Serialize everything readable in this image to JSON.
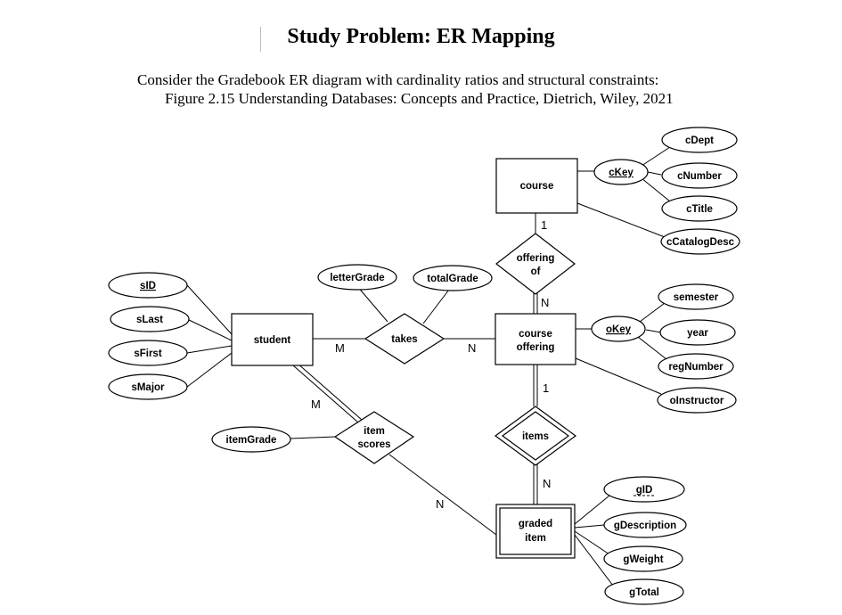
{
  "slide": {
    "title": "Study Problem: ER Mapping",
    "intro_line1": "Consider the Gradebook ER diagram with cardinality ratios and structural constraints:",
    "intro_line2": "Figure 2.15 Understanding Databases: Concepts and Practice, Dietrich, Wiley, 2021"
  },
  "diagram": {
    "entities": {
      "course": "course",
      "student": "student",
      "course_offering": [
        "course",
        "offering"
      ],
      "graded_item": [
        "graded",
        "item"
      ]
    },
    "relationships": {
      "offering_of": [
        "offering",
        "of"
      ],
      "takes": "takes",
      "items": "items",
      "item_scores": [
        "item",
        "scores"
      ]
    },
    "attributes": {
      "cDept": "cDept",
      "cKey": "cKey",
      "cNumber": "cNumber",
      "cTitle": "cTitle",
      "cCatalogDesc": "cCatalogDesc",
      "sID": "sID",
      "sLast": "sLast",
      "sFirst": "sFirst",
      "sMajor": "sMajor",
      "letterGrade": "letterGrade",
      "totalGrade": "totalGrade",
      "oKey": "oKey",
      "semester": "semester",
      "year": "year",
      "regNumber": "regNumber",
      "oInstructor": "oInstructor",
      "itemGrade": "itemGrade",
      "gID": "gID",
      "gDescription": "gDescription",
      "gWeight": "gWeight",
      "gTotal": "gTotal"
    },
    "cardinalities": {
      "course_offeringof": "1",
      "offeringof_courseoffering": "N",
      "student_takes": "M",
      "takes_courseoffering": "N",
      "courseoffering_items": "1",
      "items_gradeditem": "N",
      "student_itemscores": "M",
      "itemscores_gradeditem": "N"
    }
  }
}
